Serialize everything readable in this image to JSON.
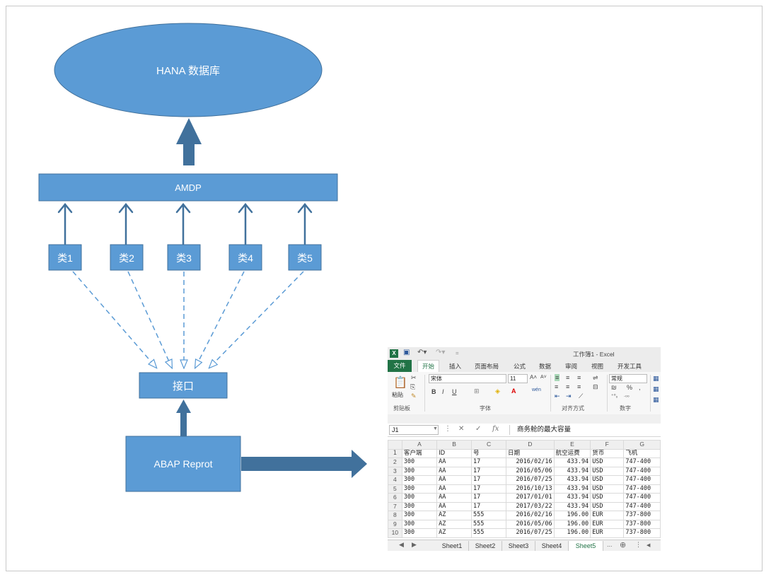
{
  "diagram": {
    "database_label": "HANA 数据库",
    "amdp_label": "AMDP",
    "class_labels": [
      "类1",
      "类2",
      "类3",
      "类4",
      "类5"
    ],
    "interface_label": "接口",
    "report_label": "ABAP Reprot",
    "colors": {
      "box_fill": "#5b9bd5",
      "arrow": "#41719c",
      "dashed": "#5b9bd5"
    }
  },
  "excel": {
    "window_title": "工作簿1 - Excel",
    "tabs": [
      "文件",
      "开始",
      "插入",
      "页面布局",
      "公式",
      "数据",
      "审阅",
      "视图",
      "开发工具"
    ],
    "active_tab": "开始",
    "ribbon": {
      "paste_label": "粘贴",
      "font_name": "宋体",
      "font_size": "11",
      "number_format": "常规",
      "groups": [
        "剪贴板",
        "字体",
        "对齐方式",
        "数字"
      ]
    },
    "name_box": "J1",
    "formula": "商务舱的最大容量",
    "column_letters": [
      "A",
      "B",
      "C",
      "D",
      "E",
      "F",
      "G"
    ],
    "rows": [
      [
        "1",
        "客户端",
        "ID",
        "号",
        "日期",
        "航空运费",
        "货币",
        "飞机"
      ],
      [
        "2",
        "300",
        "AA",
        "17",
        "2016/02/16",
        "433.94",
        "USD",
        "747-400"
      ],
      [
        "3",
        "300",
        "AA",
        "17",
        "2016/05/06",
        "433.94",
        "USD",
        "747-400"
      ],
      [
        "4",
        "300",
        "AA",
        "17",
        "2016/07/25",
        "433.94",
        "USD",
        "747-400"
      ],
      [
        "5",
        "300",
        "AA",
        "17",
        "2016/10/13",
        "433.94",
        "USD",
        "747-400"
      ],
      [
        "6",
        "300",
        "AA",
        "17",
        "2017/01/01",
        "433.94",
        "USD",
        "747-400"
      ],
      [
        "7",
        "300",
        "AA",
        "17",
        "2017/03/22",
        "433.94",
        "USD",
        "747-400"
      ],
      [
        "8",
        "300",
        "AZ",
        "555",
        "2016/02/16",
        "196.00",
        "EUR",
        "737-800"
      ],
      [
        "9",
        "300",
        "AZ",
        "555",
        "2016/05/06",
        "196.00",
        "EUR",
        "737-800"
      ],
      [
        "10",
        "300",
        "AZ",
        "555",
        "2016/07/25",
        "196.00",
        "EUR",
        "737-800"
      ]
    ],
    "sheets": [
      "Sheet1",
      "Sheet2",
      "Sheet3",
      "Sheet4",
      "Sheet5"
    ],
    "active_sheet": "Sheet5",
    "more_sheets": "..."
  }
}
